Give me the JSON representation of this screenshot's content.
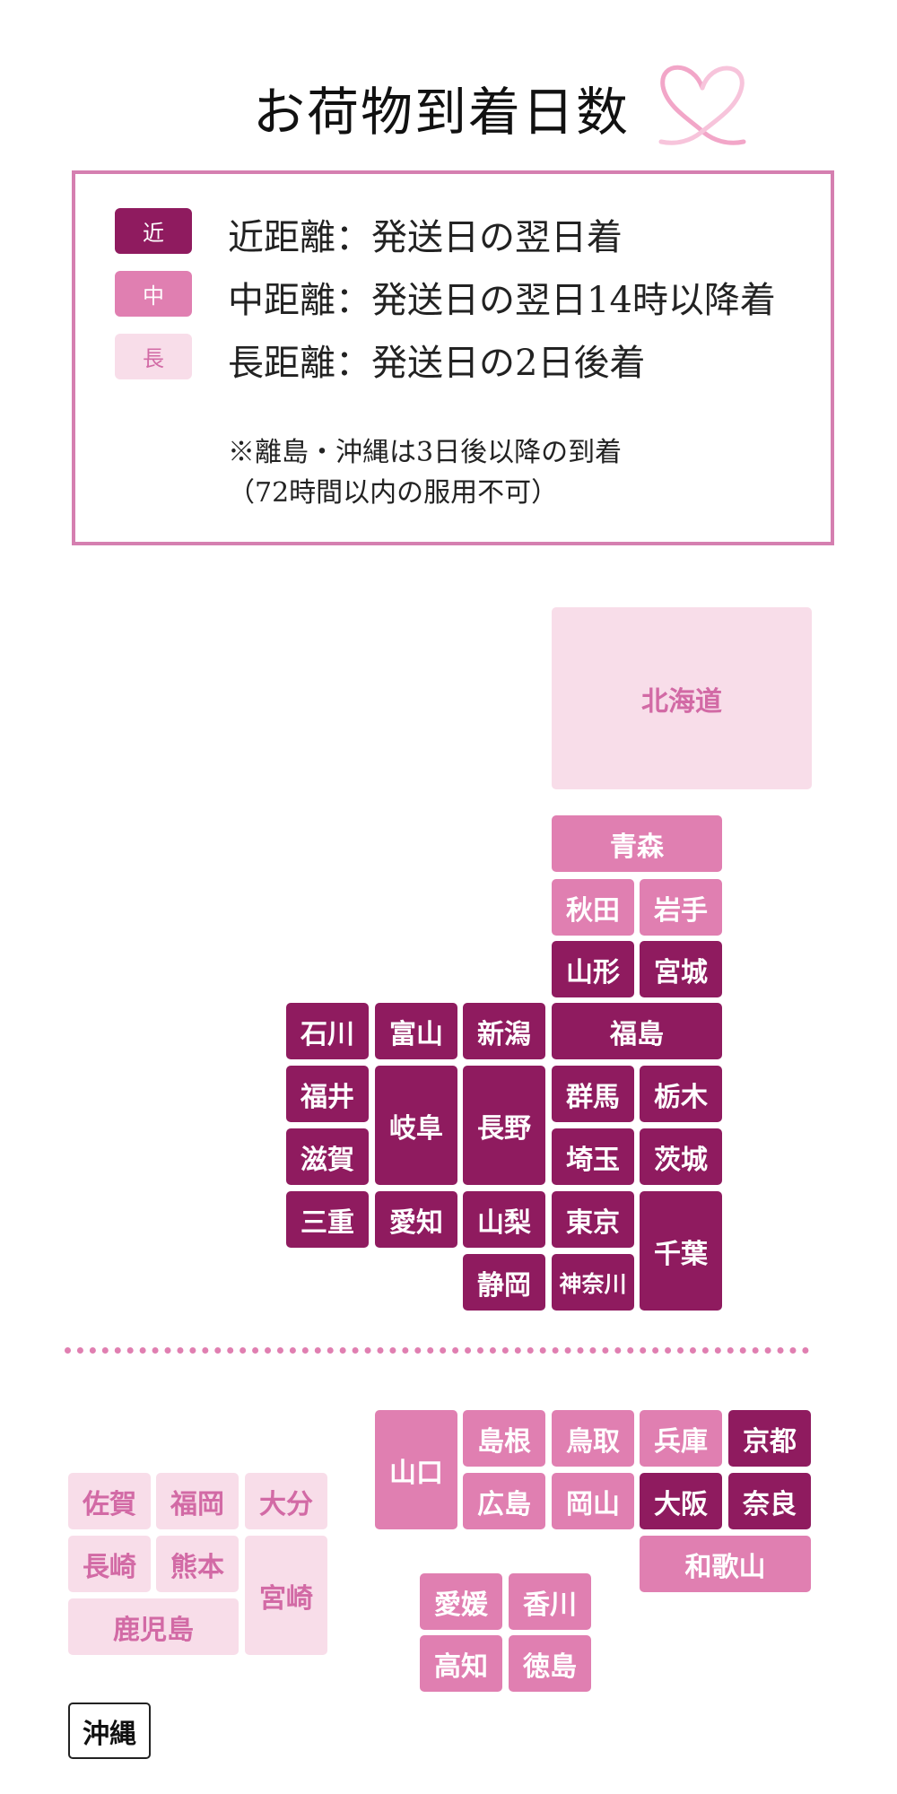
{
  "title": "お荷物到着日数",
  "legend": [
    {
      "badge": "近",
      "text": "近距離：発送日の翌日着",
      "class": "near"
    },
    {
      "badge": "中",
      "text": "中距離：発送日の翌日14時以降着",
      "class": "mid"
    },
    {
      "badge": "長",
      "text": "長距離：発送日の2日後着",
      "class": "far"
    }
  ],
  "note_line1": "※離島・沖縄は3日後以降の到着",
  "note_line2": "（72時間以内の服用不可）",
  "colors": {
    "near": "#8f1b5f",
    "mid": "#e07fb1",
    "far": "#f8dde9",
    "accent": "#d57fb0"
  },
  "prefectures": {
    "hokkaido": {
      "name": "北海道",
      "level": "far"
    },
    "aomori": {
      "name": "青森",
      "level": "mid"
    },
    "akita": {
      "name": "秋田",
      "level": "mid"
    },
    "iwate": {
      "name": "岩手",
      "level": "mid"
    },
    "yamagata": {
      "name": "山形",
      "level": "near"
    },
    "miyagi": {
      "name": "宮城",
      "level": "near"
    },
    "ishikawa": {
      "name": "石川",
      "level": "near"
    },
    "toyama": {
      "name": "富山",
      "level": "near"
    },
    "niigata": {
      "name": "新潟",
      "level": "near"
    },
    "fukushima": {
      "name": "福島",
      "level": "near"
    },
    "fukui": {
      "name": "福井",
      "level": "near"
    },
    "gifu": {
      "name": "岐阜",
      "level": "near"
    },
    "nagano": {
      "name": "長野",
      "level": "near"
    },
    "gunma": {
      "name": "群馬",
      "level": "near"
    },
    "tochigi": {
      "name": "栃木",
      "level": "near"
    },
    "shiga": {
      "name": "滋賀",
      "level": "near"
    },
    "saitama": {
      "name": "埼玉",
      "level": "near"
    },
    "ibaraki": {
      "name": "茨城",
      "level": "near"
    },
    "mie": {
      "name": "三重",
      "level": "near"
    },
    "aichi": {
      "name": "愛知",
      "level": "near"
    },
    "yamanashi": {
      "name": "山梨",
      "level": "near"
    },
    "tokyo": {
      "name": "東京",
      "level": "near"
    },
    "chiba": {
      "name": "千葉",
      "level": "near"
    },
    "shizuoka": {
      "name": "静岡",
      "level": "near"
    },
    "kanagawa": {
      "name": "神奈川",
      "level": "near"
    },
    "yamaguchi": {
      "name": "山口",
      "level": "mid"
    },
    "shimane": {
      "name": "島根",
      "level": "mid"
    },
    "tottori": {
      "name": "鳥取",
      "level": "mid"
    },
    "hyogo": {
      "name": "兵庫",
      "level": "mid"
    },
    "kyoto": {
      "name": "京都",
      "level": "near"
    },
    "hiroshima": {
      "name": "広島",
      "level": "mid"
    },
    "okayama": {
      "name": "岡山",
      "level": "mid"
    },
    "osaka": {
      "name": "大阪",
      "level": "near"
    },
    "nara": {
      "name": "奈良",
      "level": "near"
    },
    "wakayama": {
      "name": "和歌山",
      "level": "mid"
    },
    "ehime": {
      "name": "愛媛",
      "level": "mid"
    },
    "kagawa": {
      "name": "香川",
      "level": "mid"
    },
    "kochi": {
      "name": "高知",
      "level": "mid"
    },
    "tokushima": {
      "name": "徳島",
      "level": "mid"
    },
    "saga": {
      "name": "佐賀",
      "level": "far"
    },
    "fukuoka": {
      "name": "福岡",
      "level": "far"
    },
    "oita": {
      "name": "大分",
      "level": "far"
    },
    "nagasaki": {
      "name": "長崎",
      "level": "far"
    },
    "kumamoto": {
      "name": "熊本",
      "level": "far"
    },
    "miyazaki": {
      "name": "宮崎",
      "level": "far"
    },
    "kagoshima": {
      "name": "鹿児島",
      "level": "far"
    },
    "okinawa": {
      "name": "沖縄",
      "level": "none"
    }
  }
}
